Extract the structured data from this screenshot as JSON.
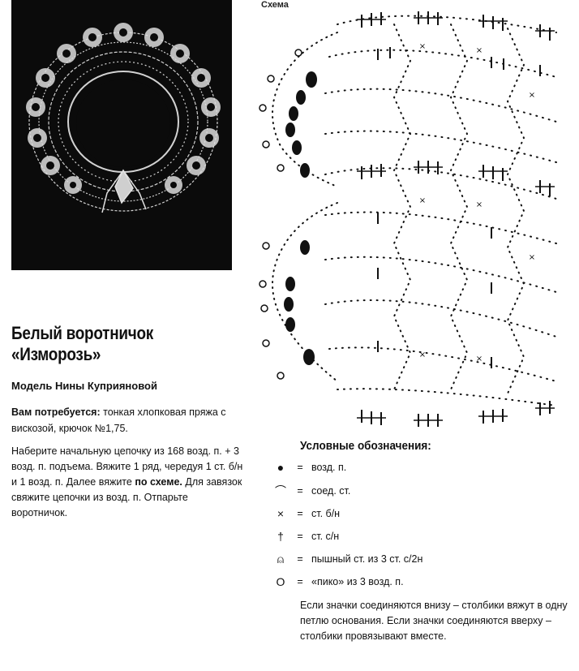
{
  "diagram": {
    "title": "Схема"
  },
  "article": {
    "title_line1": "Белый воротничок",
    "title_line2": "«Изморозь»",
    "author": "Модель Нины Куприяновой",
    "needs_label": "Вам потребуется:",
    "needs_text": "тонкая хлопковая пряжа с вискозой, крючок №1,75.",
    "instructions_part1": "Наберите начальную цепочку из 168 возд. п. + 3 возд. п. подъема. Вяжите 1 ряд, чередуя 1 ст. б/н и 1 возд. п. Далее вяжите",
    "instructions_bold": "по схеме.",
    "instructions_part2": "Для завязок свяжите цепочки из возд. п. Отпарьте воротничок."
  },
  "legend": {
    "title": "Условные обозначения:",
    "items": [
      {
        "symbol": "●",
        "text": "возд. п."
      },
      {
        "symbol": "⌒",
        "text": "соед. ст."
      },
      {
        "symbol": "×",
        "text": "ст. б/н"
      },
      {
        "symbol": "†",
        "text": "ст. с/н"
      },
      {
        "symbol": "⍝",
        "text": "пышный ст. из 3 ст. с/2н"
      },
      {
        "symbol": "O",
        "text": "«пико» из 3 возд. п."
      }
    ],
    "eq": "=",
    "note": "Если значки соединяются внизу – столбики вяжут в одну петлю основания. Если значки соединяются вверху – столбики провязывают вместе."
  }
}
